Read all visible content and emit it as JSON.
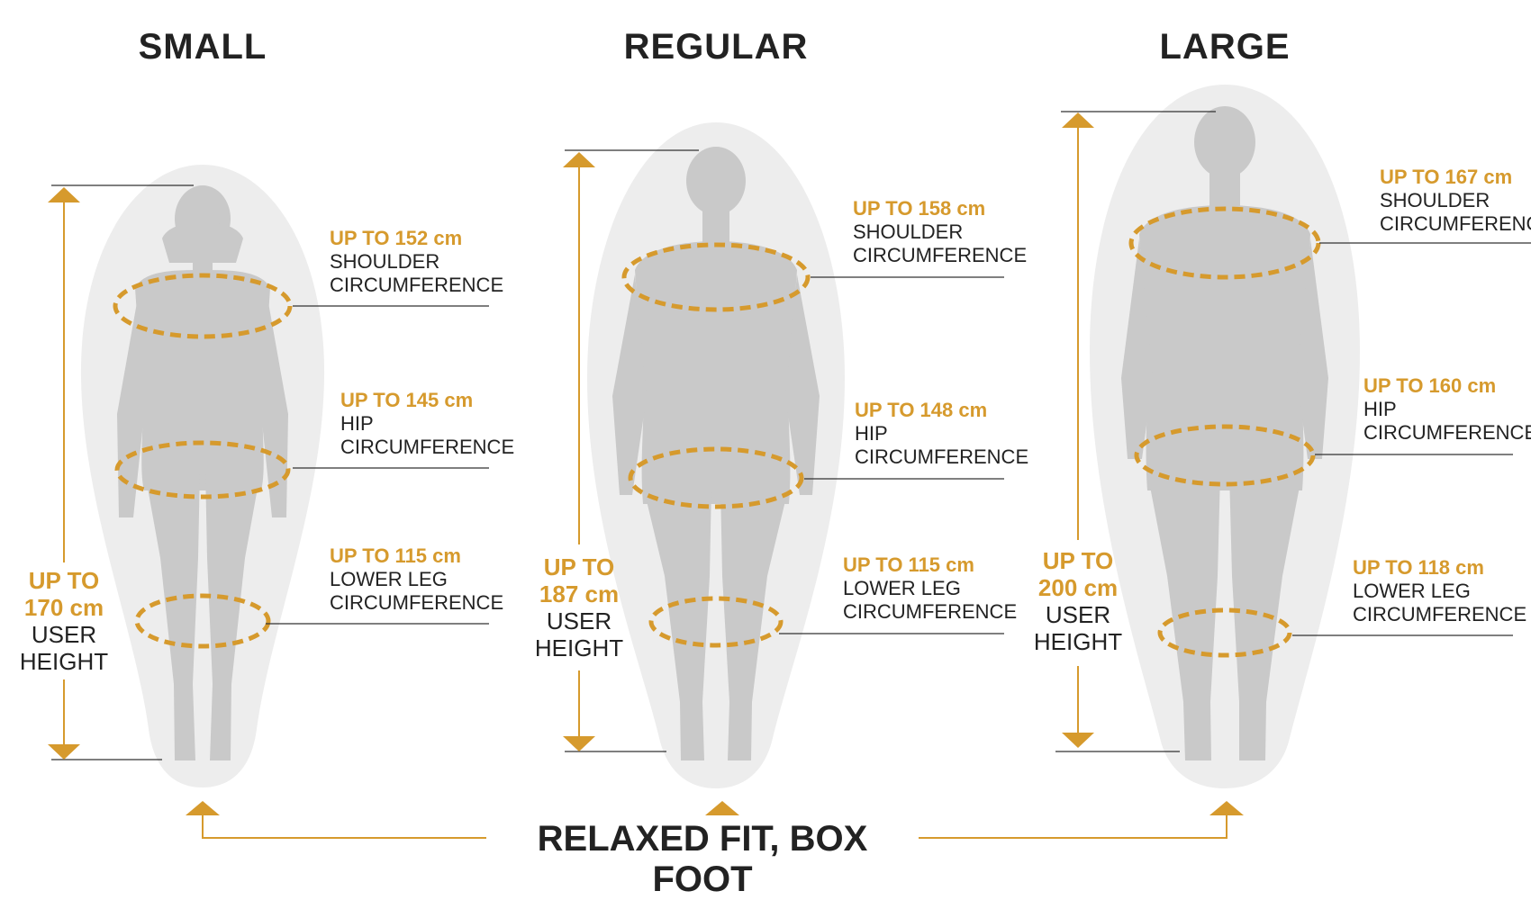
{
  "colors": {
    "accent": "#D69A2D",
    "bag": "#EDEDED",
    "silhouette": "#C9C9C9",
    "text": "#222222"
  },
  "sizes": [
    {
      "title": "SMALL",
      "height": {
        "prefix": "UP TO",
        "value": "170 cm",
        "label1": "USER",
        "label2": "HEIGHT"
      },
      "measurements": [
        {
          "value": "UP TO 152 cm",
          "line1": "SHOULDER",
          "line2": "CIRCUMFERENCE"
        },
        {
          "value": "UP TO 145 cm",
          "line1": "HIP",
          "line2": "CIRCUMFERENCE"
        },
        {
          "value": "UP TO 115 cm",
          "line1": "LOWER LEG",
          "line2": "CIRCUMFERENCE"
        }
      ]
    },
    {
      "title": "REGULAR",
      "height": {
        "prefix": "UP TO",
        "value": "187 cm",
        "label1": "USER",
        "label2": "HEIGHT"
      },
      "measurements": [
        {
          "value": "UP TO 158 cm",
          "line1": "SHOULDER",
          "line2": "CIRCUMFERENCE"
        },
        {
          "value": "UP TO 148 cm",
          "line1": "HIP",
          "line2": "CIRCUMFERENCE"
        },
        {
          "value": "UP TO 115 cm",
          "line1": "LOWER LEG",
          "line2": "CIRCUMFERENCE"
        }
      ]
    },
    {
      "title": "LARGE",
      "height": {
        "prefix": "UP TO",
        "value": "200 cm",
        "label1": "USER",
        "label2": "HEIGHT"
      },
      "measurements": [
        {
          "value": "UP TO 167 cm",
          "line1": "SHOULDER",
          "line2": "CIRCUMFERENCE"
        },
        {
          "value": "UP TO 160 cm",
          "line1": "HIP",
          "line2": "CIRCUMFERENCE"
        },
        {
          "value": "UP TO 118 cm",
          "line1": "LOWER LEG",
          "line2": "CIRCUMFERENCE"
        }
      ]
    }
  ],
  "footer": {
    "label": "RELAXED FIT, BOX FOOT"
  }
}
